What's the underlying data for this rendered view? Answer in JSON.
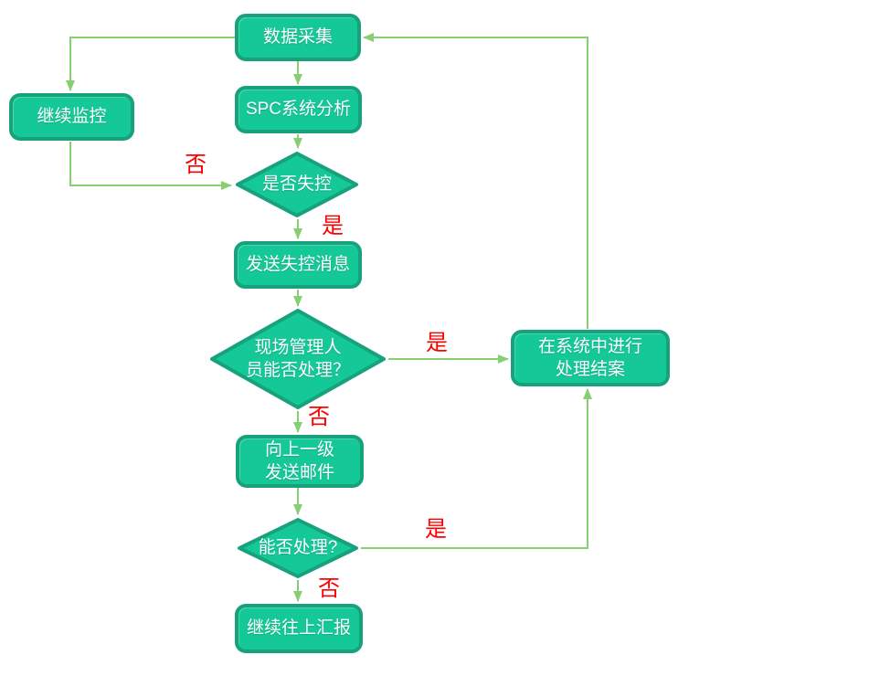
{
  "colors": {
    "background": "#ffffff",
    "shape_fill": "#15c897",
    "shape_border": "#17a17c",
    "shape_text": "#ffffff",
    "connector": "#86cf72",
    "edge_label": "#ff0000"
  },
  "nodes": {
    "data_collection": {
      "label": "数据采集",
      "type": "process"
    },
    "spc_analysis": {
      "label": "SPC系统分析",
      "type": "process"
    },
    "out_of_control": {
      "label": "是否失控",
      "type": "decision"
    },
    "send_message": {
      "label": "发送失控消息",
      "type": "process"
    },
    "onsite_handle": {
      "label": "现场管理人\n员能否处理？",
      "type": "decision"
    },
    "send_email": {
      "label": "向上一级\n发送邮件",
      "type": "process"
    },
    "can_handle": {
      "label": "能否处理?",
      "type": "decision"
    },
    "report_up": {
      "label": "继续往上汇报",
      "type": "process"
    },
    "keep_monitoring": {
      "label": "继续监控",
      "type": "process"
    },
    "close_case": {
      "label": "在系统中进行\n处理结案",
      "type": "process"
    }
  },
  "edge_labels": {
    "no_out_of_control": "否",
    "yes_out_of_control": "是",
    "yes_onsite": "是",
    "no_onsite": "否",
    "yes_can_handle": "是",
    "no_can_handle": "否"
  }
}
